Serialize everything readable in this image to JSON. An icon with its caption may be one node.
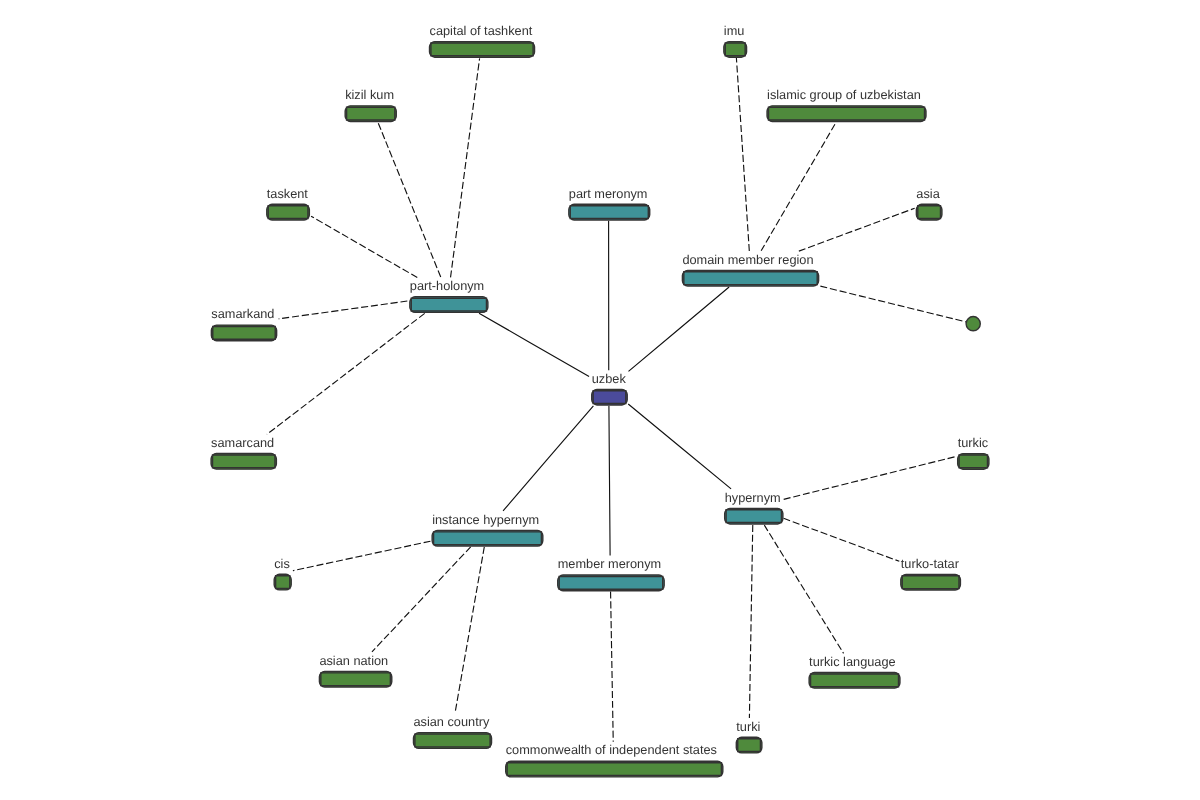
{
  "diagram": {
    "nodes": [
      {
        "text": [
          "uzbek"
        ]
      },
      {
        "text": [
          "domain member region"
        ]
      },
      {
        "text": [
          "part meronym"
        ]
      },
      {
        "text": [
          "part-holonym"
        ]
      },
      {
        "text": [
          "instance hypernym"
        ]
      },
      {
        "text": [
          "member meronym"
        ]
      },
      {
        "text": [
          "hypernym"
        ]
      },
      {
        "text": [],
        "shape": "circle"
      },
      {
        "text": [
          "asia"
        ]
      },
      {
        "text": [
          "islamic group of uzbekistan"
        ]
      },
      {
        "text": [
          "imu"
        ]
      },
      {
        "text": [
          "capital of tashkent"
        ]
      },
      {
        "text": [
          "kizil kum"
        ]
      },
      {
        "text": [
          "taskent"
        ]
      },
      {
        "text": [
          "samarkand"
        ]
      },
      {
        "text": [
          "samarcand"
        ]
      },
      {
        "text": [
          "cis"
        ]
      },
      {
        "text": [
          "asian nation"
        ]
      },
      {
        "text": [
          "asian country"
        ]
      },
      {
        "text": [
          "commonwealth of independent states"
        ]
      },
      {
        "text": [
          "turki"
        ]
      },
      {
        "text": [
          "turkic language"
        ]
      },
      {
        "text": [
          "turko-tatar"
        ]
      },
      {
        "text": [
          "turkic"
        ]
      }
    ],
    "edges": [
      {
        "from": 0,
        "to": 1,
        "arrow": "none"
      },
      {
        "from": 0,
        "to": 2,
        "arrow": "none"
      },
      {
        "from": 0,
        "to": 3,
        "arrow": "none"
      },
      {
        "from": 0,
        "to": 4,
        "arrow": "none"
      },
      {
        "from": 0,
        "to": 5,
        "arrow": "none"
      },
      {
        "from": 0,
        "to": 6,
        "arrow": "none"
      },
      {
        "from": 1,
        "to": 7,
        "arrow": "none",
        "style": "dashed"
      },
      {
        "from": 1,
        "to": 8,
        "arrow": "none",
        "style": "dashed"
      },
      {
        "from": 1,
        "to": 9,
        "arrow": "none",
        "style": "dashed"
      },
      {
        "from": 1,
        "to": 10,
        "arrow": "none",
        "style": "dashed"
      },
      {
        "from": 3,
        "to": 11,
        "arrow": "none",
        "style": "dashed"
      },
      {
        "from": 3,
        "to": 12,
        "arrow": "none",
        "style": "dashed"
      },
      {
        "from": 3,
        "to": 13,
        "arrow": "none",
        "style": "dashed"
      },
      {
        "from": 3,
        "to": 14,
        "arrow": "none",
        "style": "dashed"
      },
      {
        "from": 3,
        "to": 15,
        "arrow": "none",
        "style": "dashed"
      },
      {
        "from": 4,
        "to": 16,
        "arrow": "none",
        "style": "dashed"
      },
      {
        "from": 4,
        "to": 17,
        "arrow": "none",
        "style": "dashed"
      },
      {
        "from": 4,
        "to": 18,
        "arrow": "none",
        "style": "dashed"
      },
      {
        "from": 5,
        "to": 19,
        "arrow": "none",
        "style": "dashed"
      },
      {
        "from": 6,
        "to": 20,
        "arrow": "none",
        "style": "dashed"
      },
      {
        "from": 6,
        "to": 21,
        "arrow": "none",
        "style": "dashed"
      },
      {
        "from": 6,
        "to": 22,
        "arrow": "none",
        "style": "dashed"
      },
      {
        "from": 6,
        "to": 23,
        "arrow": "none",
        "style": "dashed"
      }
    ]
  }
}
